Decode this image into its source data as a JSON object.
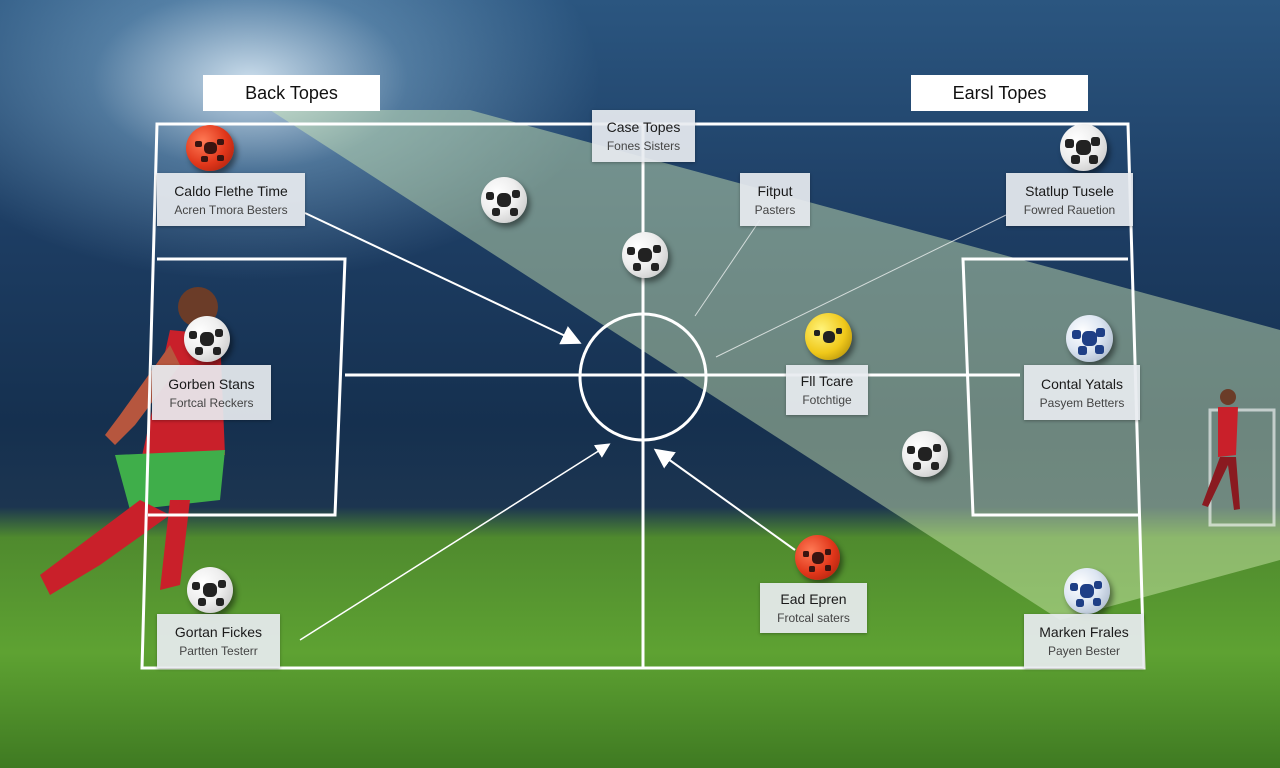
{
  "headers": {
    "left": "Back Topes",
    "right": "Earsl Topes"
  },
  "labels": {
    "center_top": {
      "title": "Case Topes",
      "sub": "Fones Sisters"
    },
    "left_top": {
      "title": "Caldo Flethe Time",
      "sub": "Acren Tmora Besters"
    },
    "mid_top": {
      "title": "Fitput",
      "sub": "Pasters"
    },
    "right_top": {
      "title": "Statlup Tusele",
      "sub": "Fowred Rauetion"
    },
    "left_mid": {
      "title": "Gorben Stans",
      "sub": "Fortcal Reckers"
    },
    "center_right_mid": {
      "title": "Fll Tcare",
      "sub": "Fotchtige"
    },
    "right_mid": {
      "title": "Contal Yatals",
      "sub": "Pasyem Betters"
    },
    "left_bottom": {
      "title": "Gortan Fickes",
      "sub": "Partten Testerr"
    },
    "center_right_bottom": {
      "title": "Ead Epren",
      "sub": "Frotcal saters"
    },
    "right_bottom": {
      "title": "Marken Frales",
      "sub": "Payen Bester"
    }
  },
  "colors": {
    "line": "#ffffff",
    "pitch": "#5ea232",
    "sky": "#1d3d63",
    "beam": "#d8efb8"
  }
}
